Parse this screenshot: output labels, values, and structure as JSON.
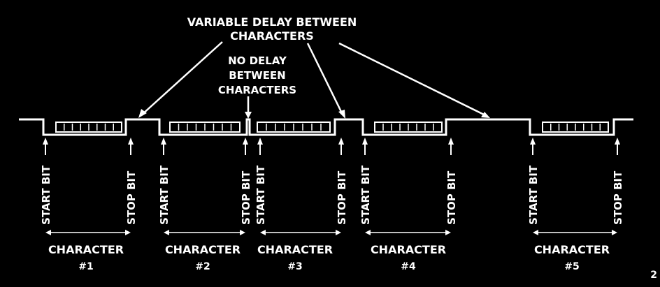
{
  "annotations": {
    "variable_delay_line1": "VARIABLE DELAY BETWEEN",
    "variable_delay_line2": "CHARACTERS",
    "no_delay_line1": "NO DELAY",
    "no_delay_line2": "BETWEEN",
    "no_delay_line3": "CHARACTERS"
  },
  "bit_labels": {
    "start": "START BIT",
    "stop": "STOP BIT"
  },
  "characters": [
    {
      "label": "CHARACTER",
      "number": "#1"
    },
    {
      "label": "CHARACTER",
      "number": "#2"
    },
    {
      "label": "CHARACTER",
      "number": "#3"
    },
    {
      "label": "CHARACTER",
      "number": "#4"
    },
    {
      "label": "CHARACTER",
      "number": "#5"
    }
  ],
  "corner_mark": "2",
  "colors": {
    "background": "#000000",
    "foreground": "#ffffff"
  }
}
